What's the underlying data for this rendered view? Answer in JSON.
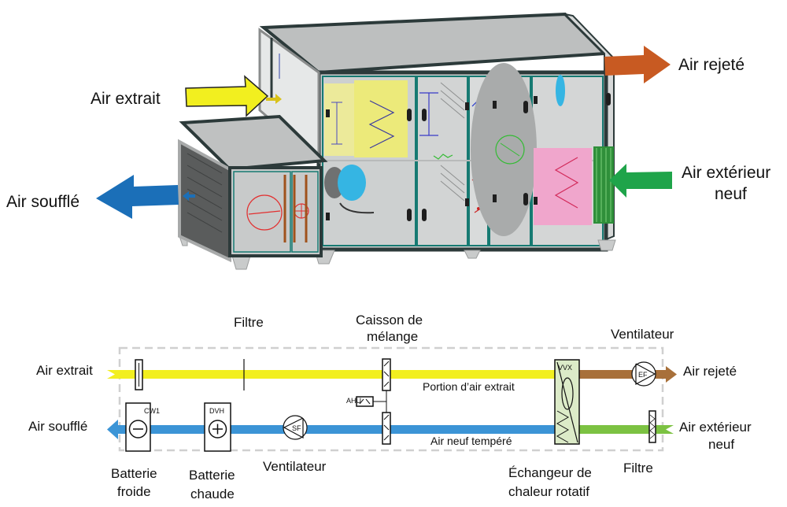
{
  "iso_view": {
    "labels": {
      "air_extrait": "Air extrait",
      "air_souffle": "Air soufflé",
      "air_rejete": "Air rejeté",
      "air_exterieur_line1": "Air extérieur",
      "air_exterieur_line2": "neuf"
    },
    "colors": {
      "extract_arrow": "#f2ef1f",
      "supply_arrow": "#1b6fb8",
      "exhaust_arrow": "#c85a22",
      "outdoor_arrow": "#1fa44a",
      "casing_frame": "#2c3a3a",
      "casing_panel": "#c2c4c4",
      "panel_edge": "#167a72",
      "filter_yellow": "#ecea7a",
      "filter_pink": "#f0a6cc",
      "fan_blue": "#35b5e3"
    }
  },
  "schematic": {
    "labels": {
      "filtre_top": "Filtre",
      "caisson_line1": "Caisson de",
      "caisson_line2": "mélange",
      "ventilateur_top": "Ventilateur",
      "air_extrait": "Air extrait",
      "air_souffle": "Air soufflé",
      "air_rejete": "Air rejeté",
      "air_exterieur_line1": "Air extérieur",
      "air_exterieur_line2": "neuf",
      "portion": "Portion d’air extrait",
      "air_neuf_tempere": "Air neuf tempéré",
      "batterie_froide_line1": "Batterie",
      "batterie_froide_line2": "froide",
      "batterie_chaude_line1": "Batterie",
      "batterie_chaude_line2": "chaude",
      "ventilateur_bottom": "Ventilateur",
      "echangeur_line1": "Échangeur de",
      "echangeur_line2": "chaleur rotatif",
      "filtre_bottom": "Filtre"
    },
    "tags": {
      "cw1": "CW1",
      "dvh": "DVH",
      "sf": "SF",
      "ef": "EF",
      "vvx": "VVX",
      "ahu": "AHU"
    },
    "colors": {
      "extract_line": "#f2ef1f",
      "supply_line": "#3b94d6",
      "exhaust_line": "#a8703a",
      "outdoor_line": "#7cc242",
      "exchanger_fill": "#dcebc8",
      "boundary": "#c8c8c8"
    }
  }
}
